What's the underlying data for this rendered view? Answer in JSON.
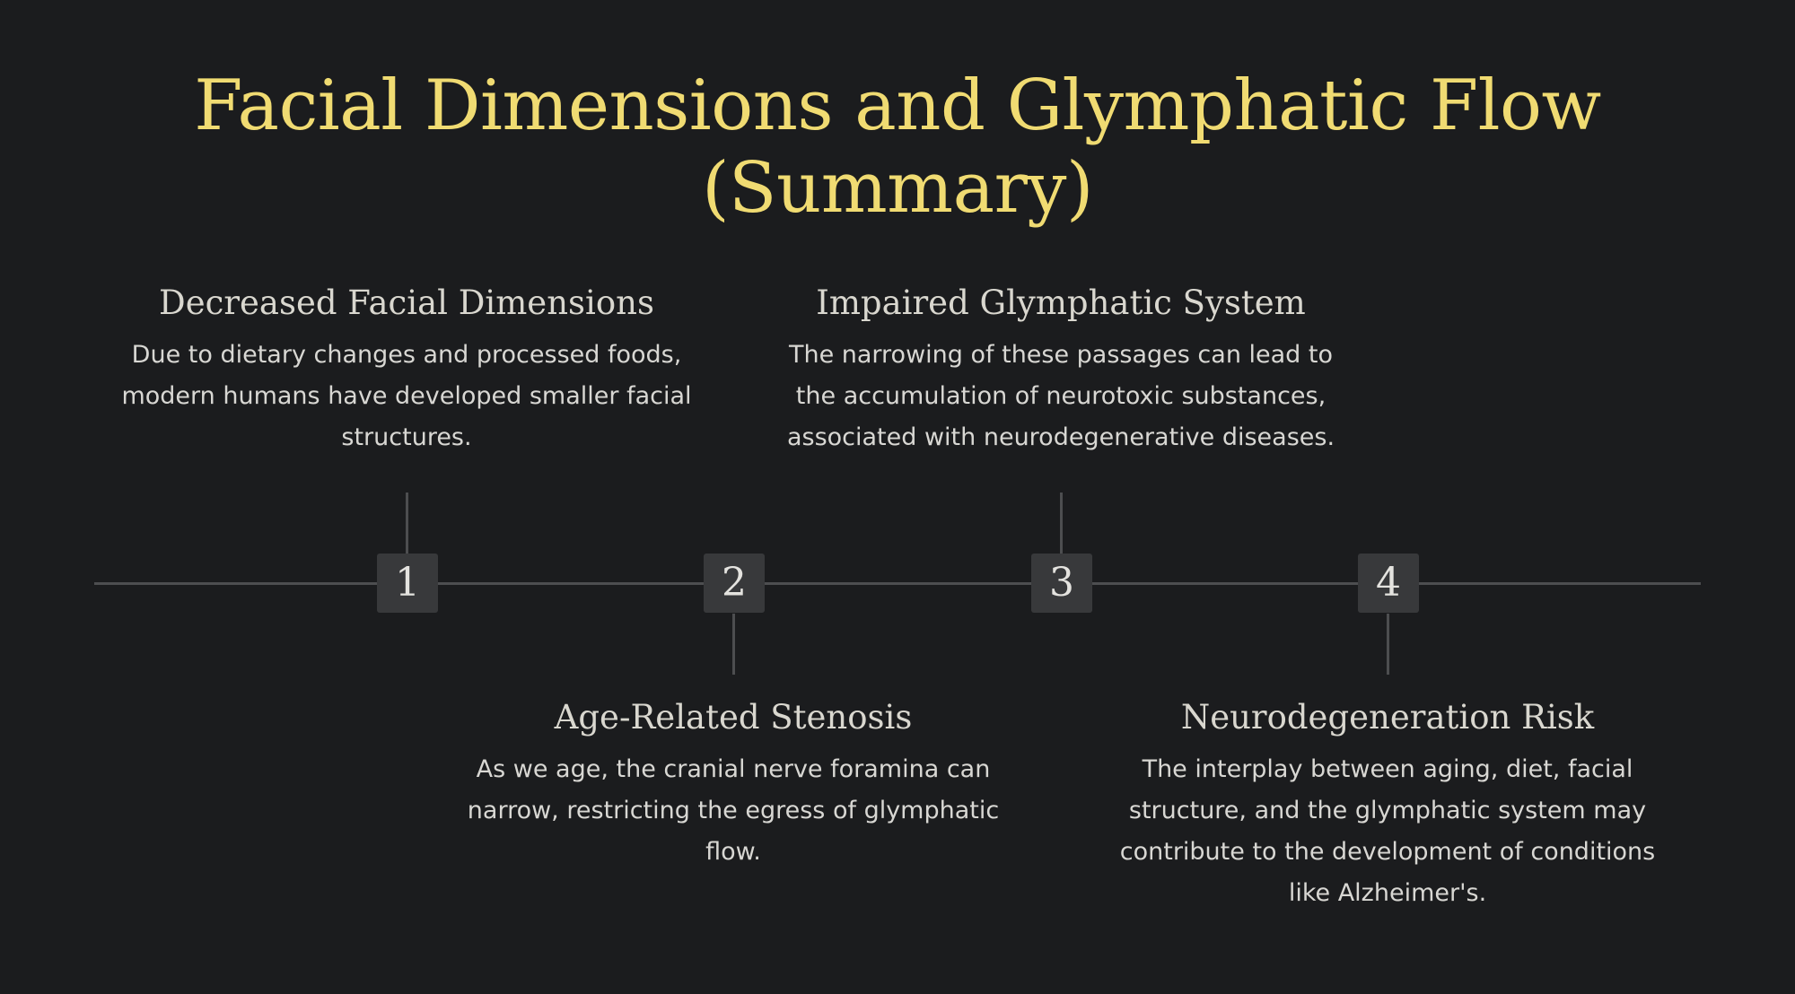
{
  "title": "Facial Dimensions and Glymphatic Flow (Summary)",
  "steps": [
    {
      "number": "1",
      "title": "Decreased Facial Dimensions",
      "description": "Due to dietary changes and processed foods, modern humans have developed smaller facial structures."
    },
    {
      "number": "2",
      "title": "Age-Related Stenosis",
      "description": "As we age, the cranial nerve foramina can narrow, restricting the egress of glymphatic flow."
    },
    {
      "number": "3",
      "title": "Impaired Glymphatic System",
      "description": "The narrowing of these passages can lead to the accumulation of neurotoxic substances, associated with neurodegenerative diseases."
    },
    {
      "number": "4",
      "title": "Neurodegeneration Risk",
      "description": "The interplay between aging, diet, facial structure, and the glymphatic system may contribute to the development of conditions like Alzheimer's."
    }
  ]
}
